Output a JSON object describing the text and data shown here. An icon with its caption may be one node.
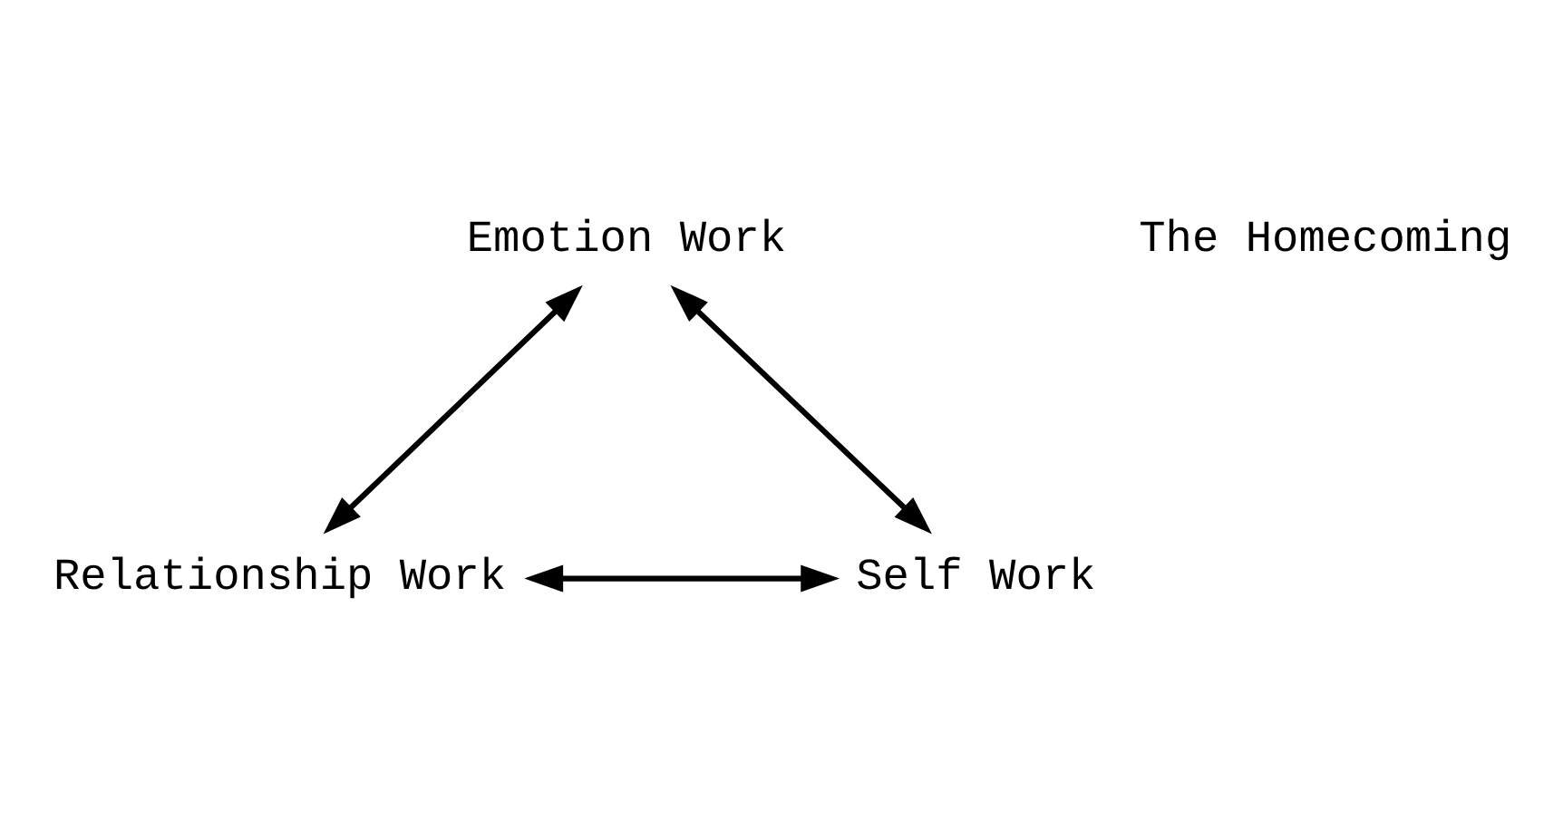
{
  "diagram": {
    "nodes": [
      {
        "text": [
          "Emotion Work"
        ]
      },
      {
        "text": [
          "Relationship Work"
        ]
      },
      {
        "text": [
          "Self Work"
        ]
      }
    ],
    "edges": [
      {
        "from": 0,
        "to": 1,
        "arrow": "both"
      },
      {
        "from": 0,
        "to": 2,
        "arrow": "both"
      },
      {
        "from": 1,
        "to": 2,
        "arrow": "both"
      }
    ],
    "labels": [
      "The Homecoming"
    ]
  }
}
